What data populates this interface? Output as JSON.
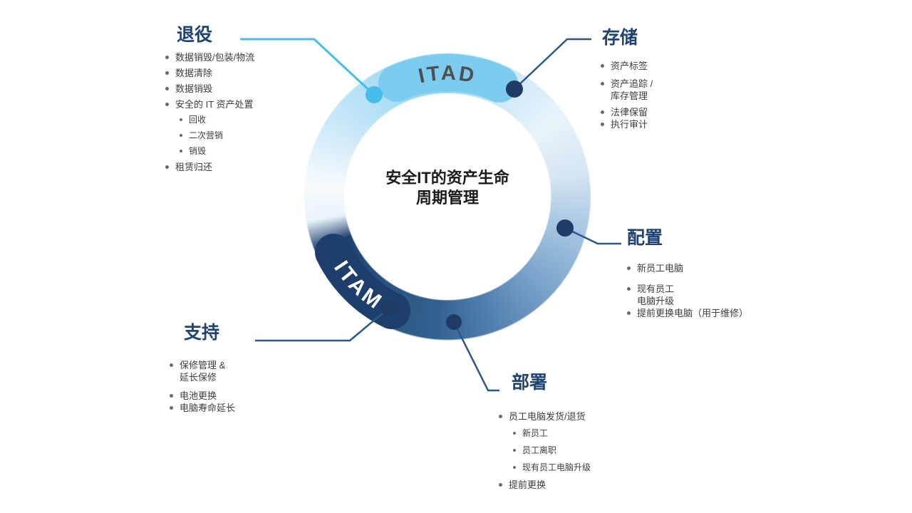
{
  "center": {
    "line1": "安全IT的资产生命",
    "line2": "周期管理"
  },
  "ring": {
    "itad_label": "ITAD",
    "itam_label": "ITAM"
  },
  "colors": {
    "itad_pill": "#7CCCF0",
    "itam_pill": "#1E3F6E",
    "itad_text": "#4F4F4F",
    "itam_text": "#FFFFFF",
    "accent_light": "#45BDEA",
    "accent_navy": "#2A568A",
    "dot_navy": "#1F3B66",
    "title_navy": "#1F4473"
  },
  "sections": {
    "retirement": {
      "title": "退役",
      "items": [
        {
          "text": "数据销毁/包装/物流"
        },
        {
          "text": "数据清除"
        },
        {
          "text": "数据销毁"
        },
        {
          "text": "安全的 IT 资产处置"
        },
        {
          "text": "回收",
          "sub": true
        },
        {
          "text": "二次营销",
          "sub": true
        },
        {
          "text": "销毁",
          "sub": true
        },
        {
          "text": "租赁归还"
        }
      ]
    },
    "storage": {
      "title": "存储",
      "items": [
        {
          "text": "资产标签"
        },
        {
          "text": "资产追踪 /",
          "text2": "库存管理"
        },
        {
          "text": "法律保留"
        },
        {
          "text": "执行审计"
        }
      ]
    },
    "configuration": {
      "title": "配置",
      "items": [
        {
          "text": "新员工电脑"
        },
        {
          "text": "现有员工",
          "text2": "电脑升级"
        },
        {
          "text": "提前更换电脑（用于维修）"
        }
      ]
    },
    "deployment": {
      "title": "部署",
      "items": [
        {
          "text": "员工电脑发货/退货"
        },
        {
          "text": "新员工",
          "sub": true
        },
        {
          "text": "员工离职",
          "sub": true
        },
        {
          "text": "现有员工电脑升级",
          "sub": true
        },
        {
          "text": "提前更换"
        }
      ]
    },
    "support": {
      "title": "支持",
      "items": [
        {
          "text": "保修管理 &",
          "text2": "延长保修"
        },
        {
          "text": "电池更换"
        },
        {
          "text": "电脑寿命延长"
        }
      ]
    }
  }
}
